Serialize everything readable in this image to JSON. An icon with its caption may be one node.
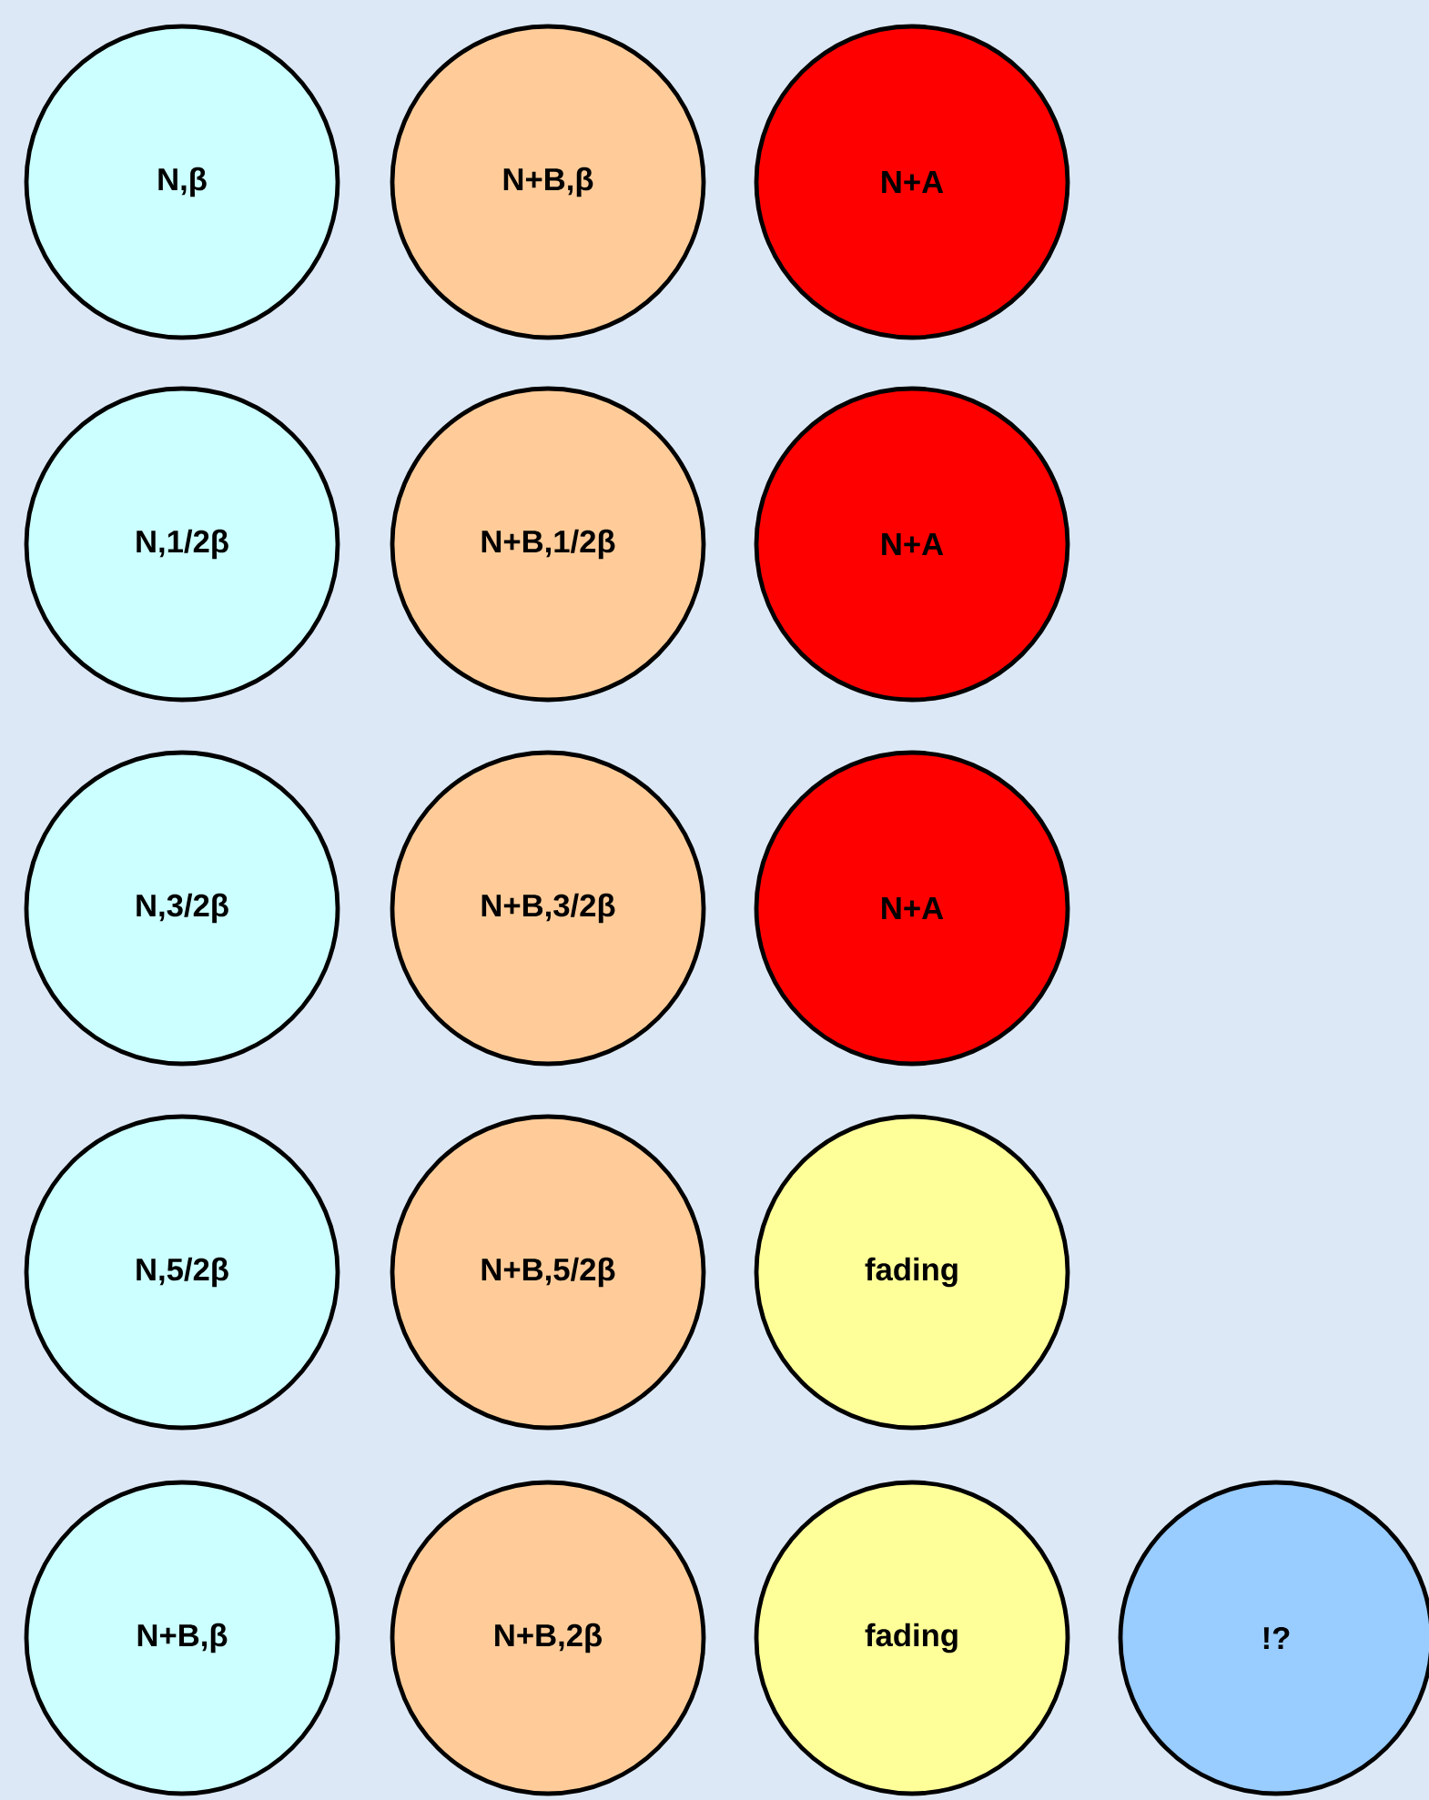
{
  "diagram": {
    "nodes": [
      {
        "text": [
          "N,β"
        ]
      },
      {
        "text": [
          "N+B,β"
        ]
      },
      {
        "text": [
          "N+A"
        ]
      },
      {
        "text": [
          "N,1/2β"
        ]
      },
      {
        "text": [
          "N+B,1/2β"
        ]
      },
      {
        "text": [
          "N+A"
        ]
      },
      {
        "text": [
          "N,3/2β"
        ]
      },
      {
        "text": [
          "N+B,3/2β"
        ]
      },
      {
        "text": [
          "N+A"
        ]
      },
      {
        "text": [
          "N,5/2β"
        ]
      },
      {
        "text": [
          "N+B,5/2β"
        ]
      },
      {
        "text": [
          "fading"
        ]
      },
      {
        "text": [
          "N+B,β"
        ]
      },
      {
        "text": [
          "N+B,2β"
        ]
      },
      {
        "text": [
          "fading"
        ]
      },
      {
        "text": [
          "!?"
        ]
      }
    ]
  }
}
